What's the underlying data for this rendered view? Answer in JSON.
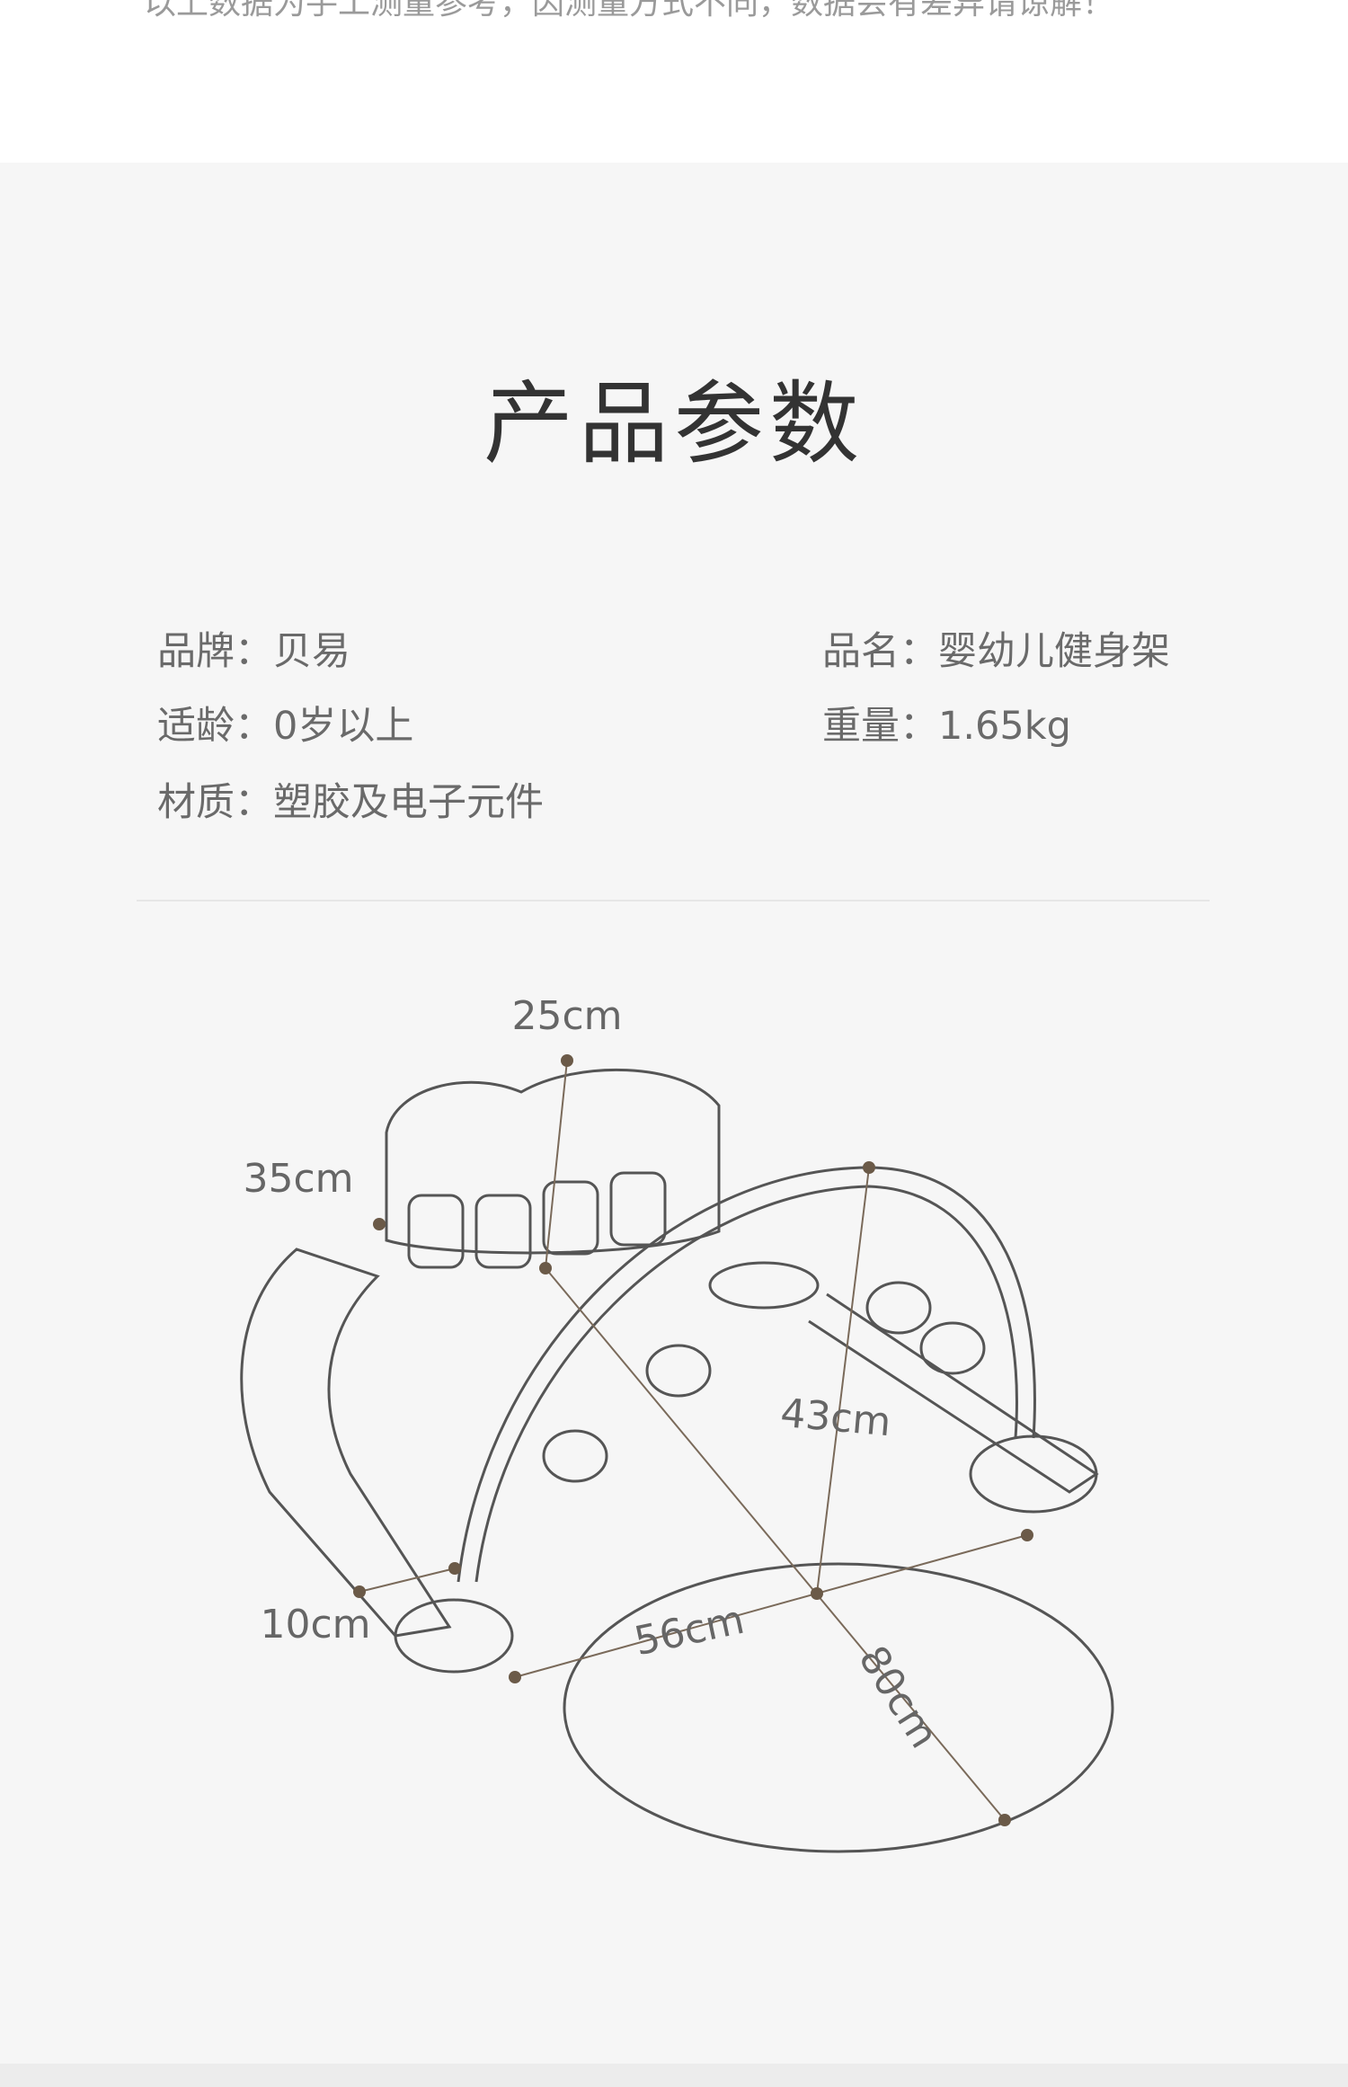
{
  "note": "以上数据为手工测量参考，因测量方式不同，数据会有差异请谅解！",
  "title": "产品参数",
  "specs": {
    "brand": "品牌：贝易",
    "name": "品名：婴幼儿健身架",
    "age": "适龄：0岁以上",
    "weight": "重量：1.65kg",
    "material": "材质：塑胶及电子元件"
  },
  "dimensions": {
    "d25": "25cm",
    "d35": "35cm",
    "d43": "43cm",
    "d10": "10cm",
    "d56": "56cm",
    "d80": "80cm"
  },
  "colors": {
    "dimension_line": "#7a6a5a",
    "outline": "#555555"
  }
}
